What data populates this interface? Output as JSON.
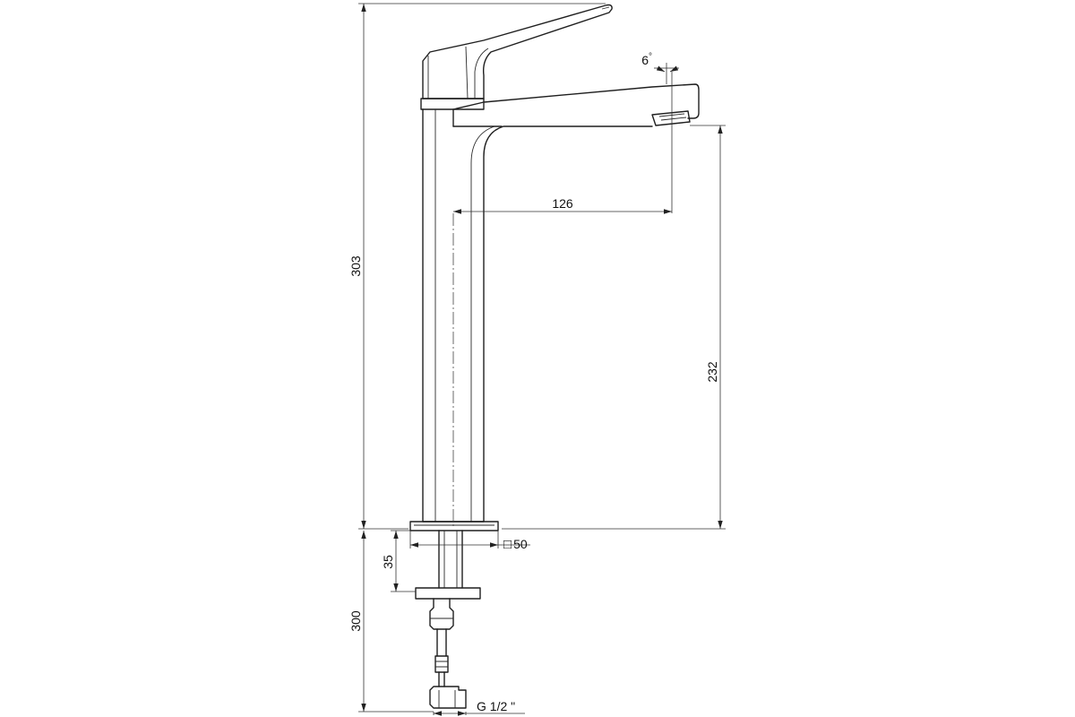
{
  "dimensions": {
    "total_height": "303",
    "spout_reach": "126",
    "spout_height": "232",
    "spout_angle": "6",
    "angle_unit": "°",
    "base_square": "50",
    "base_square_symbol": "□",
    "mount_thickness": "35",
    "hose_length": "300",
    "thread": "G 1/2 \""
  }
}
